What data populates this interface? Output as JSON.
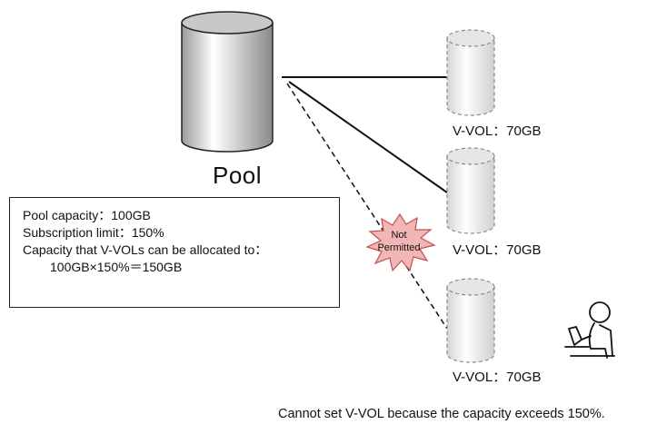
{
  "pool": {
    "label": "Pool"
  },
  "info_box": {
    "line1": "Pool capacity：100GB",
    "line2": "Subscription limit：150%",
    "line3": "Capacity that V-VOLs can be allocated to：",
    "line4": "100GB×150%＝150GB"
  },
  "volumes": [
    {
      "label": "V-VOL：70GB",
      "connection": "solid"
    },
    {
      "label": "V-VOL：70GB",
      "connection": "solid"
    },
    {
      "label": "V-VOL：70GB",
      "connection": "dashed"
    }
  ],
  "not_permitted": {
    "line1": "Not",
    "line2": "Permitted",
    "fill_color": "#f3b6b6",
    "stroke_color": "#c0504d"
  },
  "caption": "Cannot set V-VOL because the capacity exceeds 150%.",
  "icons": {
    "user": "person-at-laptop-icon"
  }
}
